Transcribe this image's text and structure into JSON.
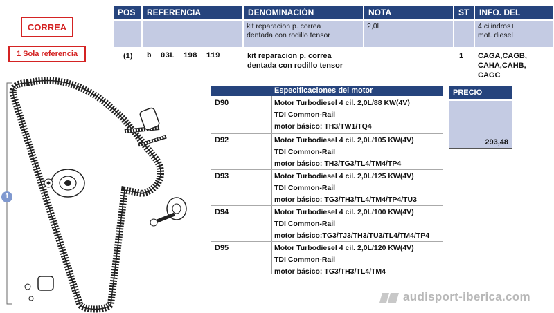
{
  "labels": {
    "correa": "CORREA",
    "sola_ref": "1 Sola referencia",
    "callout": "1"
  },
  "columns": [
    "POS",
    "REFERENCIA",
    "DENOMINACIÓN",
    "NOTA",
    "ST",
    "INFO. DEL MODELO"
  ],
  "header_row": {
    "denominacion_line1": "kit reparacion p. correa",
    "denominacion_line2": "dentada con rodillo tensor",
    "nota": "2,0l",
    "info_line1": "4 cilindros+",
    "info_line2": "mot. diesel"
  },
  "part": {
    "pos": "(1)",
    "referencia": "b  03L  198  119",
    "denominacion_line1": "kit reparacion p. correa",
    "denominacion_line2": "dentada con rodillo tensor",
    "st": "1",
    "info_line1": "CAGA,CAGB,",
    "info_line2": "CAHA,CAHB,",
    "info_line3": "CAGC"
  },
  "specs": {
    "title": "Especificaciones del motor",
    "rows": [
      {
        "code": "D90",
        "l1": "Motor Turbodiesel 4 cil. 2,0L/88 KW(4V)",
        "l2": "TDI Common-Rail",
        "l3": "motor básico: TH3/TW1/TQ4"
      },
      {
        "code": "D92",
        "l1": "Motor Turbodiesel 4 cil. 2,0L/105 KW(4V)",
        "l2": "TDI Common-Rail",
        "l3": "motor básico: TH3/TG3/TL4/TM4/TP4"
      },
      {
        "code": "D93",
        "l1": "Motor Turbodiesel 4 cil. 2,0L/125 KW(4V)",
        "l2": "TDI Common-Rail",
        "l3": "motor básico: TG3/TH3/TL4/TM4/TP4/TU3"
      },
      {
        "code": "D94",
        "l1": "Motor Turbodiesel 4 cil. 2,0L/100 KW(4V)",
        "l2": "TDI Common-Rail",
        "l3": "motor básico:TG3/TJ3/TH3/TU3/TL4/TM4/TP4"
      },
      {
        "code": "D95",
        "l1": "Motor Turbodiesel 4 cil. 2,0L/120 KW(4V)",
        "l2": "TDI Common-Rail",
        "l3": "motor básico: TG3/TH3/TL4/TM4"
      }
    ]
  },
  "precio": {
    "label": "PRECIO",
    "value": "293,48"
  },
  "footer": "audisport-iberica.com",
  "colors": {
    "header_bg": "#26447d",
    "subheader_bg": "#c4cbe3",
    "label_red": "#d42323"
  }
}
